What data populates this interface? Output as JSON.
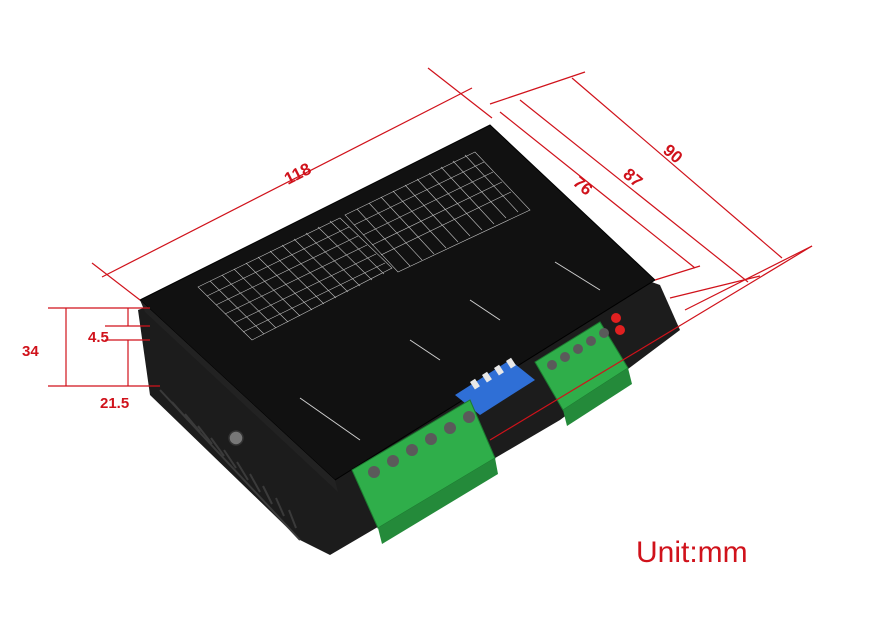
{
  "photo": {
    "subject": "stepper-motor-driver",
    "colors": {
      "dimension": "#d0121b",
      "housing": "#141414",
      "terminal": "#2fae4a",
      "dip_switch": "#2f6fd6",
      "led": "#e02020"
    }
  },
  "dimensions": {
    "length": "118",
    "width_outer": "90",
    "width_mid": "87",
    "width_inner": "76",
    "height_total": "34",
    "height_flange": "4.5",
    "height_base": "21.5"
  },
  "unit_label": "Unit:mm"
}
